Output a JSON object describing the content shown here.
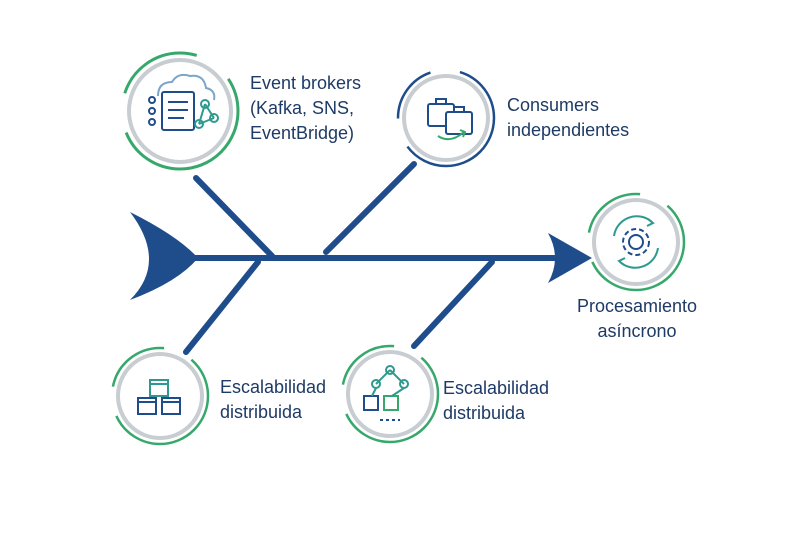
{
  "colors": {
    "navy": "#1f4d8c",
    "dark_navy": "#173f78",
    "teal": "#2e9a8e",
    "green": "#37a86b",
    "gray_ring": "#c8cdd2",
    "text": "#1e3a66"
  },
  "nodes": [
    {
      "id": "event-brokers",
      "icon": "cloud-document-network-icon",
      "lines": [
        "Event brokers",
        "(Kafka, SNS,",
        "EventBridge)"
      ]
    },
    {
      "id": "consumers",
      "icon": "briefcases-icon",
      "lines": [
        "Consumers",
        "independientes"
      ]
    },
    {
      "id": "procesamiento",
      "icon": "gear-refresh-icon",
      "lines": [
        "Procesamiento",
        "asíncrono"
      ]
    },
    {
      "id": "escalabilidad-1",
      "icon": "stacked-cubes-icon",
      "lines": [
        "Escalabilidad",
        "distribuida"
      ]
    },
    {
      "id": "escalabilidad-2",
      "icon": "network-cubes-icon",
      "lines": [
        "Escalabilidad",
        "distribuida"
      ]
    }
  ]
}
